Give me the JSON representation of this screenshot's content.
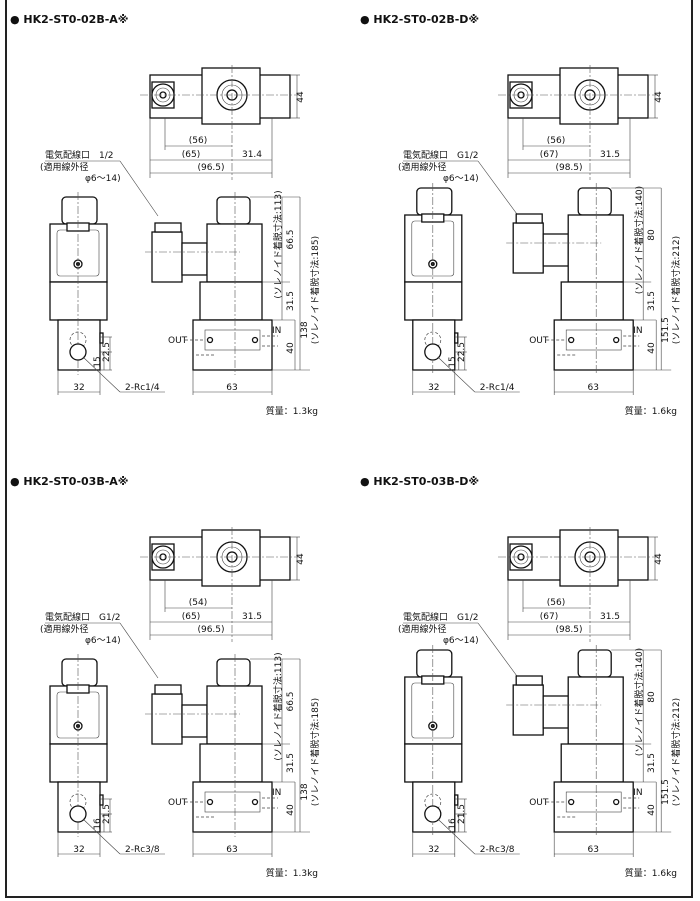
{
  "panels": [
    {
      "title": "● HK2-ST0-02B-A※",
      "variant": "A",
      "dims_top": {
        "height": "44",
        "d56": "(56)",
        "d65": "(65)",
        "right": "31.4",
        "total": "(96.5)"
      },
      "wiring_label": "電気配線口　1/2",
      "wire_od_label": "(適用線外径",
      "wire_od_value": "φ6～14)",
      "dims_side": {
        "top": "66.5",
        "mid": "31.5",
        "total": "138",
        "bottom": "40",
        "solenoid_removal": "(ソレノイド着脱寸法:113)",
        "solenoid_removal_total": "(ソレノイド着脱寸法:185)"
      },
      "port_dims": {
        "a": "15",
        "b": "22.5"
      },
      "width_left": "32",
      "width_right": "63",
      "port_label": "2-Rc1/4",
      "out_label": "OUT",
      "in_label": "IN",
      "mass": "質量：1.3kg"
    },
    {
      "title": "● HK2-ST0-02B-D※",
      "variant": "D",
      "dims_top": {
        "height": "44",
        "d56": "(56)",
        "d65": "(67)",
        "right": "31.5",
        "total": "(98.5)"
      },
      "wiring_label": "電気配線口　G1/2",
      "wire_od_label": "(適用線外径",
      "wire_od_value": "φ6～14)",
      "dims_side": {
        "top": "80",
        "mid": "31.5",
        "total": "151.5",
        "bottom": "40",
        "solenoid_removal": "(ソレノイド着脱寸法:140)",
        "solenoid_removal_total": "(ソレノイド着脱寸法:212)"
      },
      "port_dims": {
        "a": "15",
        "b": "22.5"
      },
      "width_left": "32",
      "width_right": "63",
      "port_label": "2-Rc1/4",
      "out_label": "OUT",
      "in_label": "IN",
      "mass": "質量：1.6kg"
    },
    {
      "title": "● HK2-ST0-03B-A※",
      "variant": "A",
      "dims_top": {
        "height": "44",
        "d56": "(54)",
        "d65": "(65)",
        "right": "31.5",
        "total": "(96.5)"
      },
      "wiring_label": "電気配線口　G1/2",
      "wire_od_label": "(適用線外径",
      "wire_od_value": "φ6～14)",
      "dims_side": {
        "top": "66.5",
        "mid": "31.5",
        "total": "138",
        "bottom": "40",
        "solenoid_removal": "(ソレノイド着脱寸法:113)",
        "solenoid_removal_total": "(ソレノイド着脱寸法:185)"
      },
      "port_dims": {
        "a": "16",
        "b": "21.5"
      },
      "width_left": "32",
      "width_right": "63",
      "port_label": "2-Rc3/8",
      "out_label": "OUT",
      "in_label": "IN",
      "mass": "質量：1.3kg"
    },
    {
      "title": "● HK2-ST0-03B-D※",
      "variant": "D",
      "dims_top": {
        "height": "44",
        "d56": "(56)",
        "d65": "(67)",
        "right": "31.5",
        "total": "(98.5)"
      },
      "wiring_label": "電気配線口　G1/2",
      "wire_od_label": "(適用線外径",
      "wire_od_value": "φ6～14)",
      "dims_side": {
        "top": "80",
        "mid": "31.5",
        "total": "151.5",
        "bottom": "40",
        "solenoid_removal": "(ソレノイド着脱寸法:140)",
        "solenoid_removal_total": "(ソレノイド着脱寸法:212)"
      },
      "port_dims": {
        "a": "16",
        "b": "21.5"
      },
      "width_left": "32",
      "width_right": "63",
      "port_label": "2-Rc3/8",
      "out_label": "OUT",
      "in_label": "IN",
      "mass": "質量：1.6kg"
    }
  ]
}
